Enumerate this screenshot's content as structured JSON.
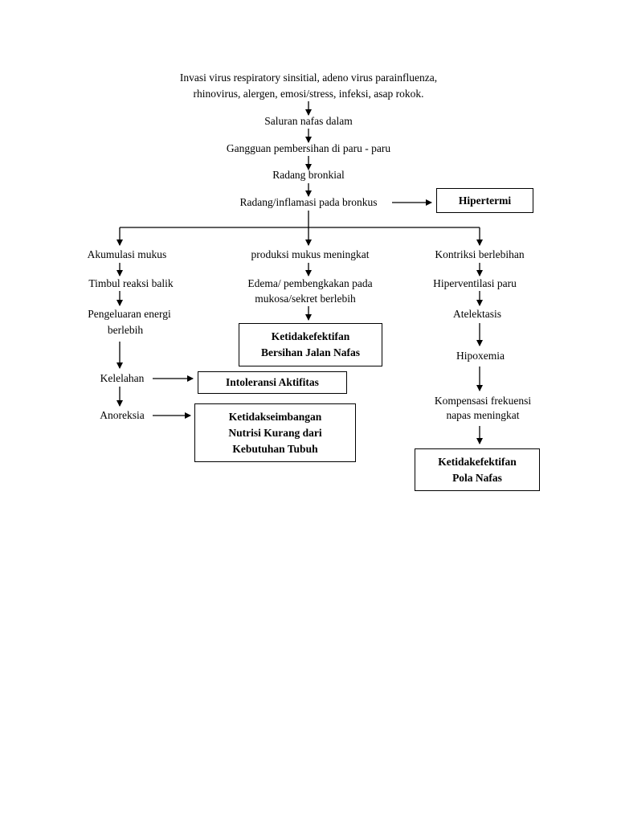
{
  "nodes": {
    "cause_line1": "Invasi virus respiratory sinsitial, adeno virus parainfluenza,",
    "cause_line2": "rhinovirus, alergen, emosi/stress, infeksi, asap rokok.",
    "saluran": "Saluran nafas dalam",
    "gangguan": "Gangguan pembersihan di paru - paru",
    "radang_bronkial": "Radang bronkial",
    "radang_inflamasi": "Radang/inflamasi pada bronkus",
    "akumulasi": "Akumulasi mukus",
    "timbul": "Timbul reaksi balik",
    "pengeluaran_line1": "Pengeluaran energi",
    "pengeluaran_line2": "berlebih",
    "kelelahan": "Kelelahan",
    "anoreksia": "Anoreksia",
    "produksi": "produksi mukus meningkat",
    "edema_line1": "Edema/ pembengkakan pada",
    "edema_line2": "mukosa/sekret berlebih",
    "kontriksi": "Kontriksi berlebihan",
    "hiperventilasi": "Hiperventilasi paru",
    "atelektasis": "Atelektasis",
    "hipoxemia": "Hipoxemia",
    "kompensasi_line1": "Kompensasi frekuensi",
    "kompensasi_line2": "napas meningkat"
  },
  "diagnoses": {
    "hipertermi": "Hipertermi",
    "bersihan_line1": "Ketidakefektifan",
    "bersihan_line2": "Bersihan Jalan Nafas",
    "intoleransi": "Intoleransi Aktifitas",
    "nutrisi_line1": "Ketidakseimbangan",
    "nutrisi_line2": "Nutrisi Kurang dari",
    "nutrisi_line3": "Kebutuhan Tubuh",
    "pola_line1": "Ketidakefektifan",
    "pola_line2": "Pola Nafas"
  }
}
